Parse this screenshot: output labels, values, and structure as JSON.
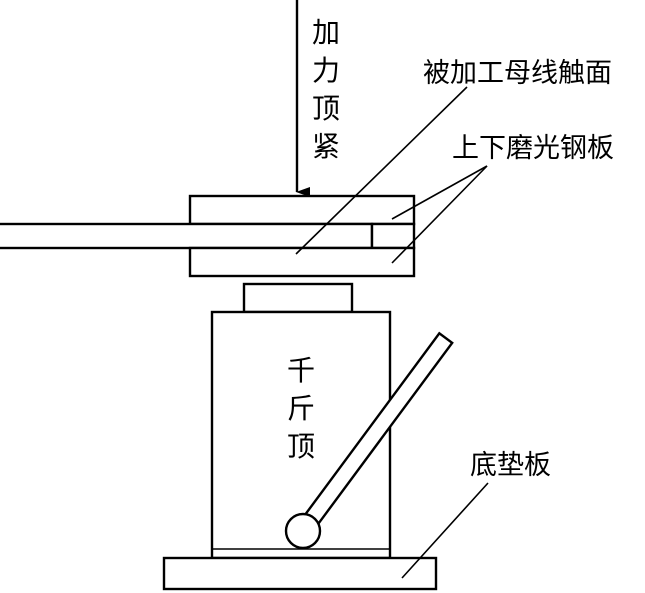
{
  "labels": {
    "force": [
      "加",
      "力",
      "顶",
      "紧"
    ],
    "contact_surface": "被加工母线触面",
    "steel_plates": "上下磨光钢板",
    "jack": [
      "千",
      "斤",
      "顶"
    ],
    "base_plate": "底垫板"
  }
}
